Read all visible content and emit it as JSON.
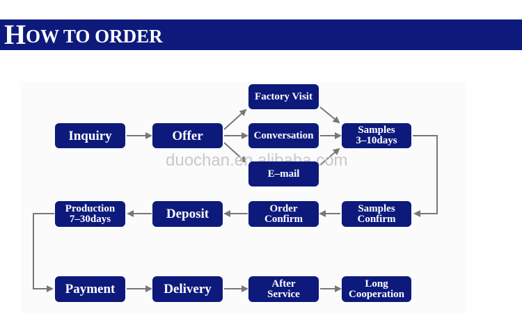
{
  "banner": {
    "title_first": "H",
    "title_rest": "OW TO ORDER"
  },
  "steps": {
    "inquiry": "Inquiry",
    "offer": "Offer",
    "factory_visit": "Factory Visit",
    "conversation": "Conversation",
    "email": "E–mail",
    "samples": "Samples\n3–10days",
    "samples_confirm": "Samples\nConfirm",
    "order_confirm": "Order\nConfirm",
    "deposit": "Deposit",
    "production": "Production\n7–30days",
    "payment": "Payment",
    "delivery": "Delivery",
    "after_service": "After\nService",
    "long_cooperation": "Long\nCooperation"
  },
  "watermark": "duochan.en.alibaba.com",
  "colors": {
    "box": "#0d1a7c",
    "arrow": "#777777",
    "banner": "#0d1a7c"
  }
}
